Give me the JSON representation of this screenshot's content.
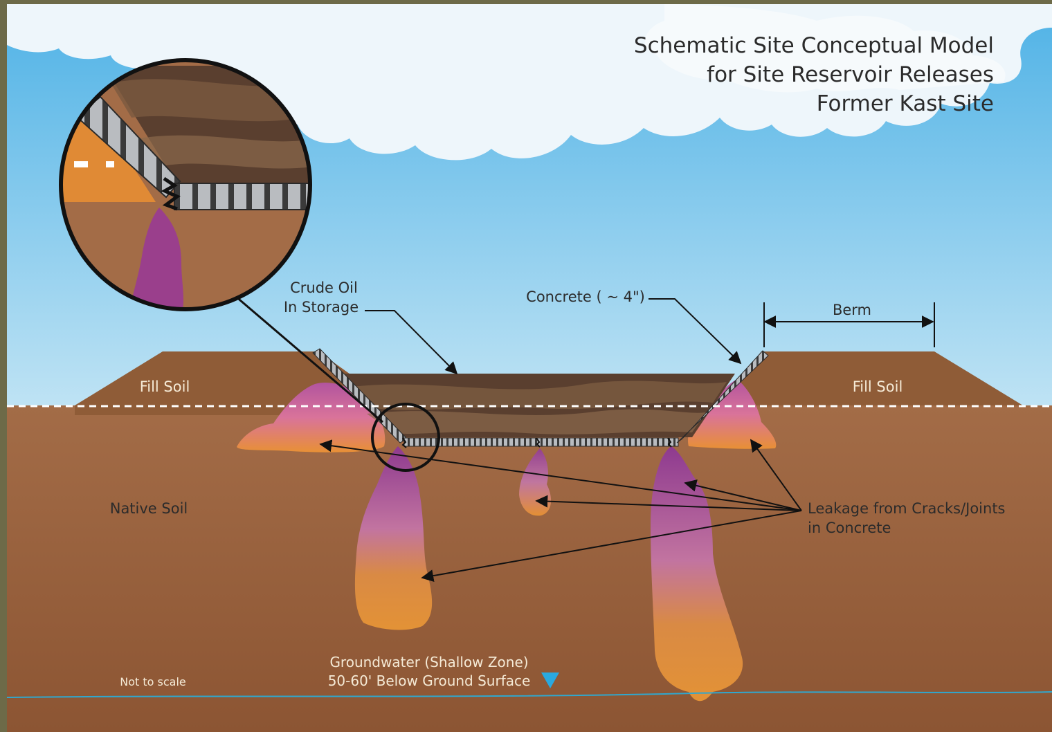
{
  "title": {
    "line1": "Schematic Site Conceptual Model",
    "line2": "for Site Reservoir Releases",
    "line3": "Former Kast Site"
  },
  "labels": {
    "fill_soil_left": "Fill Soil",
    "fill_soil_right": "Fill Soil",
    "native_soil": "Native Soil",
    "crude_oil_line1": "Crude Oil",
    "crude_oil_line2": "In Storage",
    "concrete": "Concrete ( ~ 4\")",
    "berm": "Berm",
    "leakage_line1": "Leakage from Cracks/Joints",
    "leakage_line2": "in Concrete",
    "groundwater_line1": "Groundwater (Shallow Zone)",
    "groundwater_line2": "50-60' Below Ground Surface",
    "scale_note": "Not to scale"
  },
  "colors": {
    "sky": "#5fb8e6",
    "native_soil": "#a06a45",
    "fill_soil": "#8e5c38",
    "crude_oil": "#5a4030",
    "plume_purple": "#9b3f8f",
    "plume_orange": "#e08a35",
    "groundwater": "#3aa9d4"
  }
}
